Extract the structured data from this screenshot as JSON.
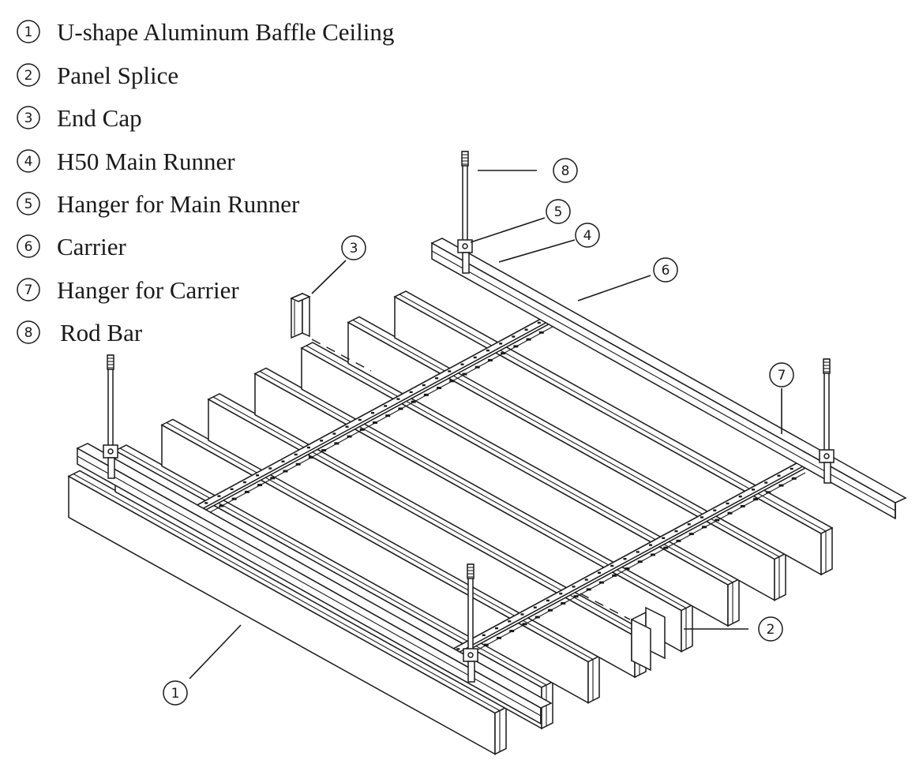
{
  "legend": [
    {
      "num": "1",
      "label": "U-shape Aluminum Baffle Ceiling"
    },
    {
      "num": "2",
      "label": "Panel Splice"
    },
    {
      "num": "3",
      "label": "End Cap"
    },
    {
      "num": "4",
      "label": "H50 Main Runner"
    },
    {
      "num": "5",
      "label": "Hanger for Main Runner"
    },
    {
      "num": "6",
      "label": "Carrier"
    },
    {
      "num": "7",
      "label": "Hanger for Carrier"
    },
    {
      "num": "8",
      "label": "Rod Bar"
    }
  ],
  "callouts": [
    {
      "num": "1"
    },
    {
      "num": "2"
    },
    {
      "num": "3"
    },
    {
      "num": "4"
    },
    {
      "num": "5"
    },
    {
      "num": "6"
    },
    {
      "num": "7"
    },
    {
      "num": "8"
    }
  ],
  "colors": {
    "line": "#1a1a1a",
    "background": "#ffffff"
  }
}
